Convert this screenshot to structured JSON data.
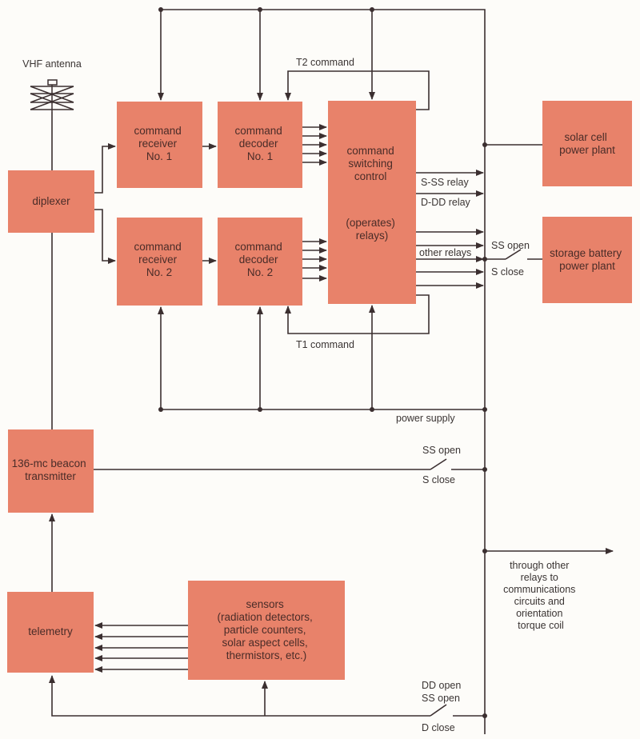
{
  "title": "Satellite command and power switching block diagram",
  "colors": {
    "block": "#e8826a",
    "wire": "#3b2f30",
    "text": "#4a2c28"
  },
  "antenna": {
    "label": "VHF antenna",
    "icon": "yagi-antenna-icon"
  },
  "blocks": {
    "diplexer": [
      "diplexer"
    ],
    "receiver1": [
      "command",
      "receiver",
      "No. 1"
    ],
    "receiver2": [
      "command",
      "receiver",
      "No. 2"
    ],
    "decoder1": [
      "command",
      "decoder",
      "No. 1"
    ],
    "decoder2": [
      "command",
      "decoder",
      "No. 2"
    ],
    "switching": [
      "command",
      "switching",
      "control",
      "",
      "(operates)",
      "relays)"
    ],
    "solar": [
      "solar cell",
      "power plant"
    ],
    "battery": [
      "storage battery",
      "power plant"
    ],
    "beacon": [
      "136-mc beacon",
      "transmitter"
    ],
    "telemetry": [
      "telemetry"
    ],
    "sensors": [
      "sensors",
      "(radiation detectors,",
      "particle counters,",
      "solar aspect cells,",
      "thermistors, etc.)"
    ]
  },
  "labels": {
    "t2_command": "T2 command",
    "t1_command": "T1 command",
    "s_ss_relay": "S-SS relay",
    "d_dd_relay": "D-DD relay",
    "other_relays": "other relays",
    "power_supply": "power supply",
    "battery_switch_open": "SS open",
    "battery_switch_close": "S close",
    "beacon_switch_open": "SS open",
    "beacon_switch_close": "S close",
    "telemetry_switch_open1": "DD open",
    "telemetry_switch_open2": "SS open",
    "telemetry_switch_close": "D close",
    "through_other": [
      "through other",
      "relays to",
      "communications",
      "circuits and",
      "orientation",
      "torque coil"
    ]
  }
}
